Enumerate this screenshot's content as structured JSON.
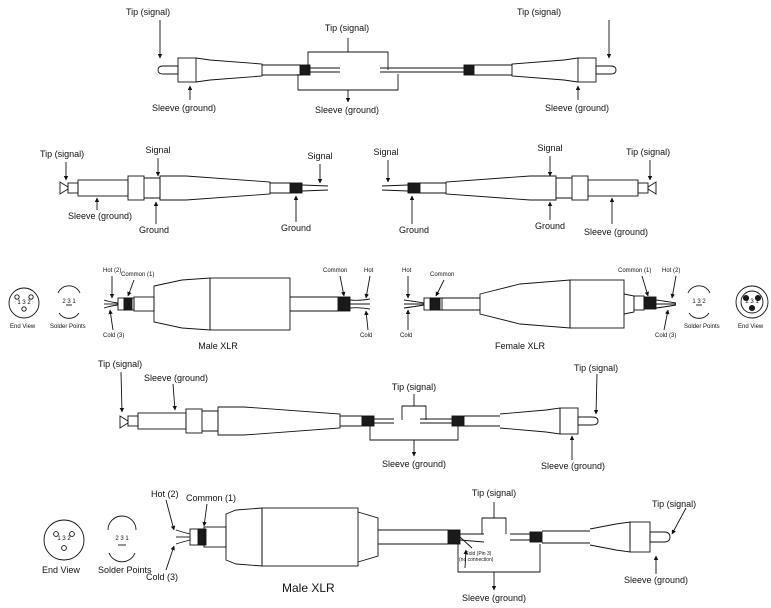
{
  "row1": {
    "tip_left": "Tip (signal)",
    "tip_center": "Tip (signal)",
    "tip_right": "Tip (signal)",
    "sleeve_left": "Sleeve (ground)",
    "sleeve_center": "Sleeve (ground)",
    "sleeve_right": "Sleeve (ground)"
  },
  "row2_left": {
    "tip": "Tip (signal)",
    "signal_a": "Signal",
    "signal_b": "Signal",
    "sleeve": "Sleeve (ground)",
    "ground_a": "Ground",
    "ground_b": "Ground"
  },
  "row2_right": {
    "signal_a": "Signal",
    "signal_b": "Signal",
    "tip": "Tip (signal)",
    "ground_a": "Ground",
    "ground_b": "Ground",
    "sleeve": "Sleeve (ground)"
  },
  "row3_left": {
    "hot": "Hot (2)",
    "common_1": "Common (1)",
    "common": "Common",
    "hot_end": "Hot",
    "cold_3": "Cold (3)",
    "cold": "Cold",
    "end_view": "End View",
    "solder_points": "Solder Points",
    "caption": "Male XLR"
  },
  "row3_right": {
    "hot": "Hot",
    "common": "Common",
    "common_1": "Common (1)",
    "hot_2": "Hot (2)",
    "cold": "Cold",
    "cold_3": "Cold (3)",
    "solder_points": "Solder Points",
    "end_view": "End View",
    "caption": "Female XLR"
  },
  "row4": {
    "tip_left": "Tip (signal)",
    "sleeve_left": "Sleeve (ground)",
    "tip_center": "Tip (signal)",
    "tip_right": "Tip (signal)",
    "sleeve_center": "Sleeve (ground)",
    "sleeve_right": "Sleeve (ground)"
  },
  "row5": {
    "hot": "Hot (2)",
    "common": "Common (1)",
    "cold": "Cold (3)",
    "end_view": "End View",
    "solder_points": "Solder Points",
    "tip_center": "Tip (signal)",
    "cold_pin": "Cold (Pin 3)",
    "no_connection": "(no connection)",
    "tip_right": "Tip (signal)",
    "sleeve_right": "Sleeve (ground)",
    "sleeve_center": "Sleeve (ground)",
    "caption": "Male XLR"
  },
  "pin_numbers": [
    "1",
    "2",
    "3"
  ],
  "colors": {
    "ink": "#111111",
    "jacket": "#1a1a1a",
    "paper": "#ffffff"
  }
}
